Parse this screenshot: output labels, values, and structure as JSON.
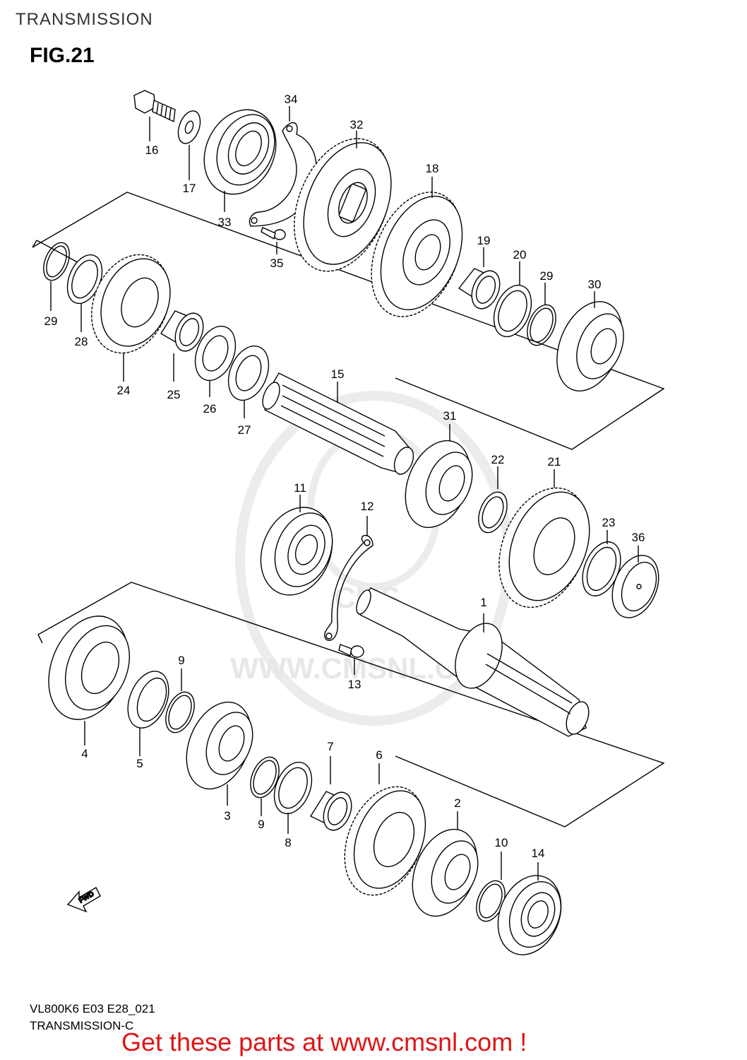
{
  "header": {
    "title": "TRANSMISSION"
  },
  "figure": {
    "label": "FIG.21"
  },
  "callouts": [
    "1",
    "2",
    "3",
    "4",
    "5",
    "6",
    "7",
    "8",
    "9",
    "9",
    "10",
    "11",
    "12",
    "13",
    "14",
    "15",
    "16",
    "17",
    "18",
    "19",
    "20",
    "21",
    "22",
    "23",
    "24",
    "25",
    "26",
    "27",
    "28",
    "29",
    "29",
    "30",
    "31",
    "32",
    "33",
    "34",
    "35",
    "36"
  ],
  "watermark": {
    "brand": "CMS",
    "url": "WWW.CMSNL.COM"
  },
  "direction_marker": {
    "label": "FWD"
  },
  "footer": {
    "model_code": "VL800K6 E03 E28_021",
    "diagram_name": "TRANSMISSION-C",
    "promo": "Get these parts at www.cmsnl.com !"
  },
  "colors": {
    "promo": "#e11414",
    "line": "#000000",
    "watermark": "#e7e7e7"
  }
}
